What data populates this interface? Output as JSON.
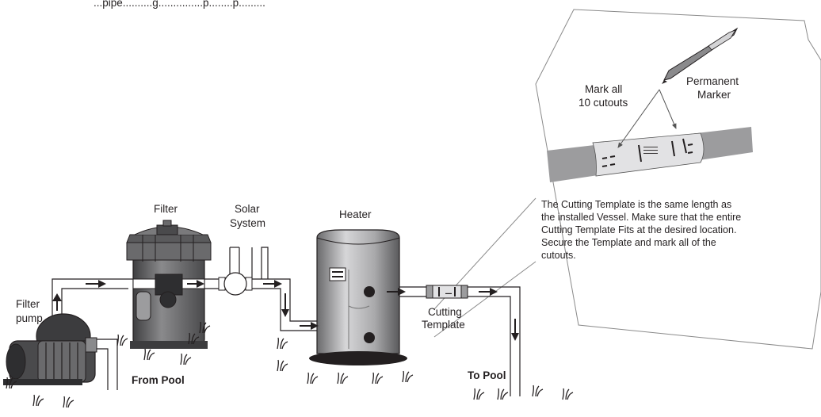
{
  "header": {
    "text": "...pipe..........g...............p........p........."
  },
  "labels": {
    "filter_pump": [
      "Filter",
      "pump"
    ],
    "filter": "Filter",
    "solar_system": [
      "Solar",
      "System"
    ],
    "heater": "Heater",
    "cutting_template": [
      "Cutting",
      "Template"
    ],
    "from_pool": "From Pool",
    "to_pool": "To Pool"
  },
  "callout": {
    "mark_cutouts": [
      "Mark all",
      "10 cutouts"
    ],
    "permanent_marker": [
      "Permanent",
      "Marker"
    ],
    "instructions": [
      "The Cutting Template is the same length as",
      "the installed Vessel. Make sure that the entire",
      "Cutting Template Fits at the desired location.",
      "Secure the Template and mark all of the",
      "cutouts."
    ]
  },
  "colors": {
    "ink": "#231f20",
    "equipment_dark": "#5a5a5c",
    "equipment_mid": "#8a8a8c",
    "heater_light": "#b8b8ba",
    "pipe_gray": "#9c9c9e",
    "template_light": "#e2e2e4",
    "grass": "#231f20"
  },
  "icons": [
    "pump-icon",
    "filter-tank-icon",
    "heater-tank-icon",
    "marker-pen-icon",
    "flow-arrow-icon",
    "grass-tuft-icon"
  ]
}
